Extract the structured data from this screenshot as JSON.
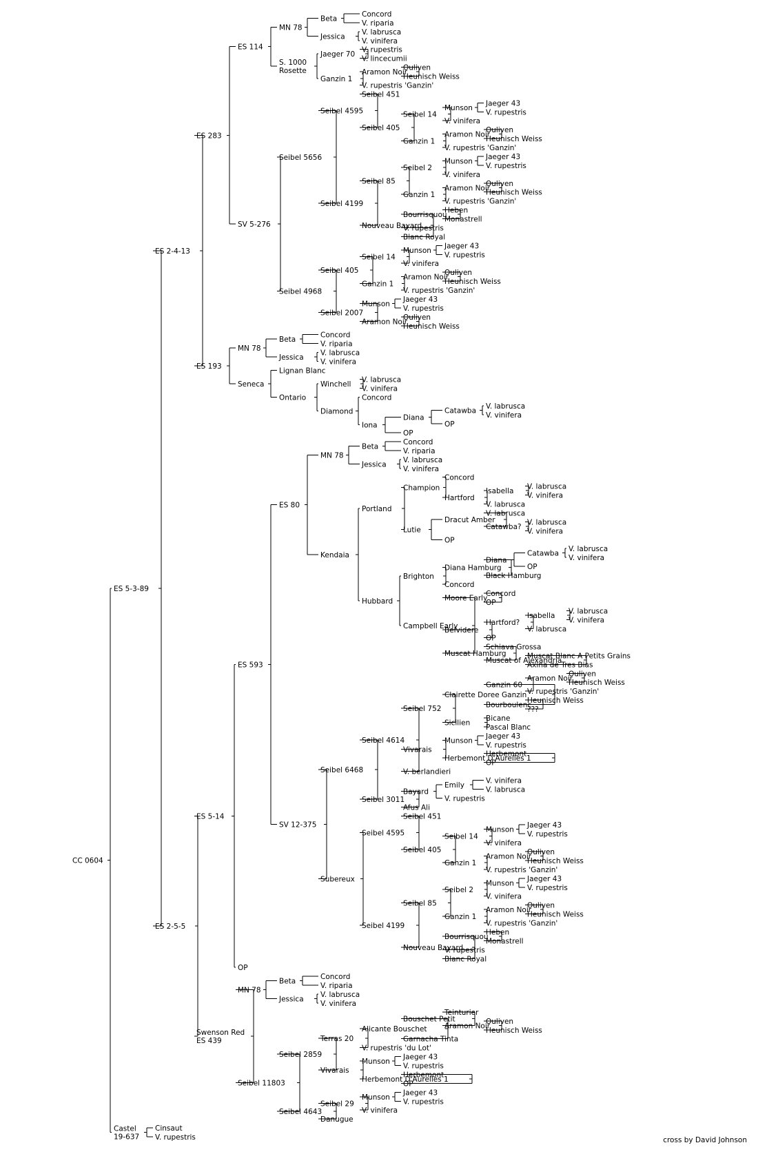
{
  "root": "CC 0604",
  "credit": "cross by David Johnson",
  "subtrees": {
    "beta": [
      "Beta",
      [
        "Concord"
      ],
      [
        "V. riparia"
      ]
    ],
    "jessica": [
      "Jessica",
      [
        "V. labrusca"
      ],
      [
        "V. vinifera"
      ]
    ],
    "mn78": [
      "MN 78",
      {
        "ref": "beta"
      },
      {
        "ref": "jessica"
      }
    ],
    "munson": [
      "Munson",
      [
        "Jaeger 43"
      ],
      [
        "V. rupestris"
      ]
    ],
    "aramon": [
      "Aramon Noir",
      [
        "Ouliven"
      ],
      [
        "Heunisch Weiss"
      ]
    ],
    "ganzin1": [
      "Ganzin 1",
      {
        "ref": "aramon"
      },
      [
        "V. rupestris 'Ganzin'"
      ]
    ],
    "seibel14": [
      "Seibel 14",
      {
        "ref": "munson"
      },
      [
        "V. vinifera"
      ]
    ],
    "seibel2": [
      "Seibel 2",
      {
        "ref": "munson"
      },
      [
        "V. vinifera"
      ]
    ],
    "seibel405": [
      "Seibel 405",
      {
        "ref": "seibel14"
      },
      {
        "ref": "ganzin1"
      }
    ],
    "seibel4595": [
      "Seibel 4595",
      [
        "Seibel 451"
      ],
      {
        "ref": "seibel405"
      }
    ],
    "seibel85": [
      "Seibel 85",
      {
        "ref": "seibel2"
      },
      {
        "ref": "ganzin1"
      }
    ],
    "nouveaubayard": [
      "Nouveau Bayard",
      [
        "Bourrisquou",
        [
          "Heben"
        ],
        [
          "Monastrell"
        ]
      ],
      [
        "V. rupestris"
      ],
      [
        "Blanc Royal"
      ]
    ],
    "seibel4199": [
      "Seibel 4199",
      {
        "ref": "seibel85"
      },
      {
        "ref": "nouveaubayard"
      }
    ],
    "herbemont": [
      "Herbemont D'Aurelles 1",
      [
        "Herbemont"
      ],
      [
        "OP"
      ]
    ],
    "vivarais": [
      "Vivarais",
      {
        "ref": "munson"
      },
      {
        "ref": "herbemont"
      }
    ]
  },
  "tree": [
    "CC 0604",
    [
      "ES 5-3-89",
      [
        "ES 2-4-13",
        [
          "ES 283",
          [
            "ES 114",
            {
              "ref": "mn78"
            },
            [
              "S. 1000\nRosette",
              [
                "Jaeger 70",
                [
                  "V. rupestris"
                ],
                [
                  "V. lincecumii"
                ]
              ],
              {
                "ref": "ganzin1"
              }
            ]
          ],
          [
            "SV 5-276",
            [
              "Seibel 5656",
              {
                "ref": "seibel4595"
              },
              {
                "ref": "seibel4199"
              }
            ],
            [
              "Seibel 4968",
              {
                "ref": "seibel405"
              },
              [
                "Seibel 2007",
                {
                  "ref": "munson"
                },
                {
                  "ref": "aramon"
                }
              ]
            ]
          ]
        ],
        [
          "ES 193",
          {
            "ref": "mn78"
          },
          [
            "Seneca",
            [
              "Lignan Blanc"
            ],
            [
              "Ontario",
              [
                "Winchell",
                [
                  "V. labrusca"
                ],
                [
                  "V. vinifera"
                ]
              ],
              [
                "Diamond",
                [
                  "Concord"
                ],
                [
                  "Iona",
                  [
                    "Diana",
                    [
                      "Catawba",
                      [
                        "V. labrusca"
                      ],
                      [
                        "V. vinifera"
                      ]
                    ],
                    [
                      "OP"
                    ]
                  ],
                  [
                    "OP"
                  ]
                ]
              ]
            ]
          ]
        ]
      ],
      [
        "ES 2-5-5",
        [
          "ES 5-14",
          [
            "ES 593",
            [
              "ES 80",
              {
                "ref": "mn78"
              },
              [
                "Kendaia",
                [
                  "Portland",
                  [
                    "Champion",
                    [
                      "Concord"
                    ],
                    [
                      "Hartford",
                      [
                        "Isabella",
                        [
                          "V. labrusca"
                        ],
                        [
                          "V. vinifera"
                        ]
                      ],
                      [
                        "V. labrusca"
                      ]
                    ]
                  ],
                  [
                    "Lutie",
                    [
                      "Dracut Amber",
                      [
                        "V. labrusca"
                      ],
                      [
                        "Catawba?",
                        [
                          "V. labrusca"
                        ],
                        [
                          "V. vinifera"
                        ]
                      ]
                    ],
                    [
                      "OP"
                    ]
                  ]
                ],
                [
                  "Hubbard",
                  [
                    "Brighton",
                    [
                      "Diana Hamburg",
                      [
                        "Diana",
                        [
                          "Catawba",
                          [
                            "V. labrusca"
                          ],
                          [
                            "V. vinifera"
                          ]
                        ],
                        [
                          "OP"
                        ]
                      ],
                      [
                        "Black Hamburg"
                      ]
                    ],
                    [
                      "Concord"
                    ]
                  ],
                  [
                    "Campbell Early",
                    [
                      "Moore Early",
                      [
                        "Concord"
                      ],
                      [
                        "OP"
                      ]
                    ],
                    [
                      "Belvidere",
                      [
                        "Hartford?",
                        [
                          "Isabella",
                          [
                            "V. labrusca"
                          ],
                          [
                            "V. vinifera"
                          ]
                        ],
                        [
                          "V. labrusca"
                        ]
                      ],
                      [
                        "OP"
                      ]
                    ],
                    [
                      "Muscat Hamburg",
                      [
                        "Schiava Grossa"
                      ],
                      [
                        "Muscat of Alexandria",
                        [
                          "Muscat Blanc A Petits Grains"
                        ],
                        [
                          "Axina de Tres Bias"
                        ]
                      ]
                    ]
                  ]
                ]
              ]
            ],
            [
              "SV 12-375",
              [
                "Seibel 6468",
                [
                  "Seibel 4614",
                  [
                    "Seibel 752",
                    [
                      "Clairette Doree Ganzin",
                      [
                        "Ganzin 60",
                        {
                          "ref": "aramon"
                        },
                        [
                          "V. rupestris 'Ganzin'"
                        ]
                      ],
                      [
                        "Bourboulenc",
                        [
                          "Heunisch Weiss"
                        ],
                        [
                          "???"
                        ]
                      ]
                    ],
                    [
                      "Sicilien",
                      [
                        "Bicane"
                      ],
                      [
                        "Pascal Blanc"
                      ]
                    ]
                  ],
                  [
                    "Vivarais",
                    {
                      "ref": "munson"
                    },
                    {
                      "ref": "herbemont"
                    }
                  ],
                  [
                    "V. berlandieri"
                  ]
                ],
                [
                  "Seibel 3011",
                  [
                    "Bayard",
                    [
                      "Emily",
                      [
                        "V. vinifera"
                      ],
                      [
                        "V. labrusca"
                      ]
                    ],
                    [
                      "V. rupestris"
                    ]
                  ],
                  [
                    "Afus Ali"
                  ]
                ]
              ],
              [
                "Subereux",
                {
                  "ref": "seibel4595"
                },
                {
                  "ref": "seibel4199"
                }
              ]
            ]
          ],
          [
            "OP"
          ]
        ],
        [
          "Swenson Red\nES 439",
          {
            "ref": "mn78"
          },
          [
            "Seibel 11803",
            [
              "Seibel 2859",
              [
                "Terras 20",
                [
                  "Alicante Bouschet",
                  [
                    "Bouschet Petit",
                    [
                      "Teinturier"
                    ],
                    {
                      "ref": "aramon"
                    }
                  ],
                  [
                    "Garnacha Tinta"
                  ]
                ],
                [
                  "V. rupestris 'du Lot'"
                ]
              ],
              {
                "ref": "vivarais"
              }
            ],
            [
              "Seibel 4643",
              [
                "Seibel 29",
                {
                  "ref": "munson"
                },
                [
                  "V. vinifera"
                ]
              ],
              [
                "Danugue"
              ]
            ]
          ]
        ]
      ]
    ],
    [
      "Castel\n19-637",
      [
        "Cinsaut"
      ],
      [
        "V. rupestris"
      ]
    ]
  ]
}
